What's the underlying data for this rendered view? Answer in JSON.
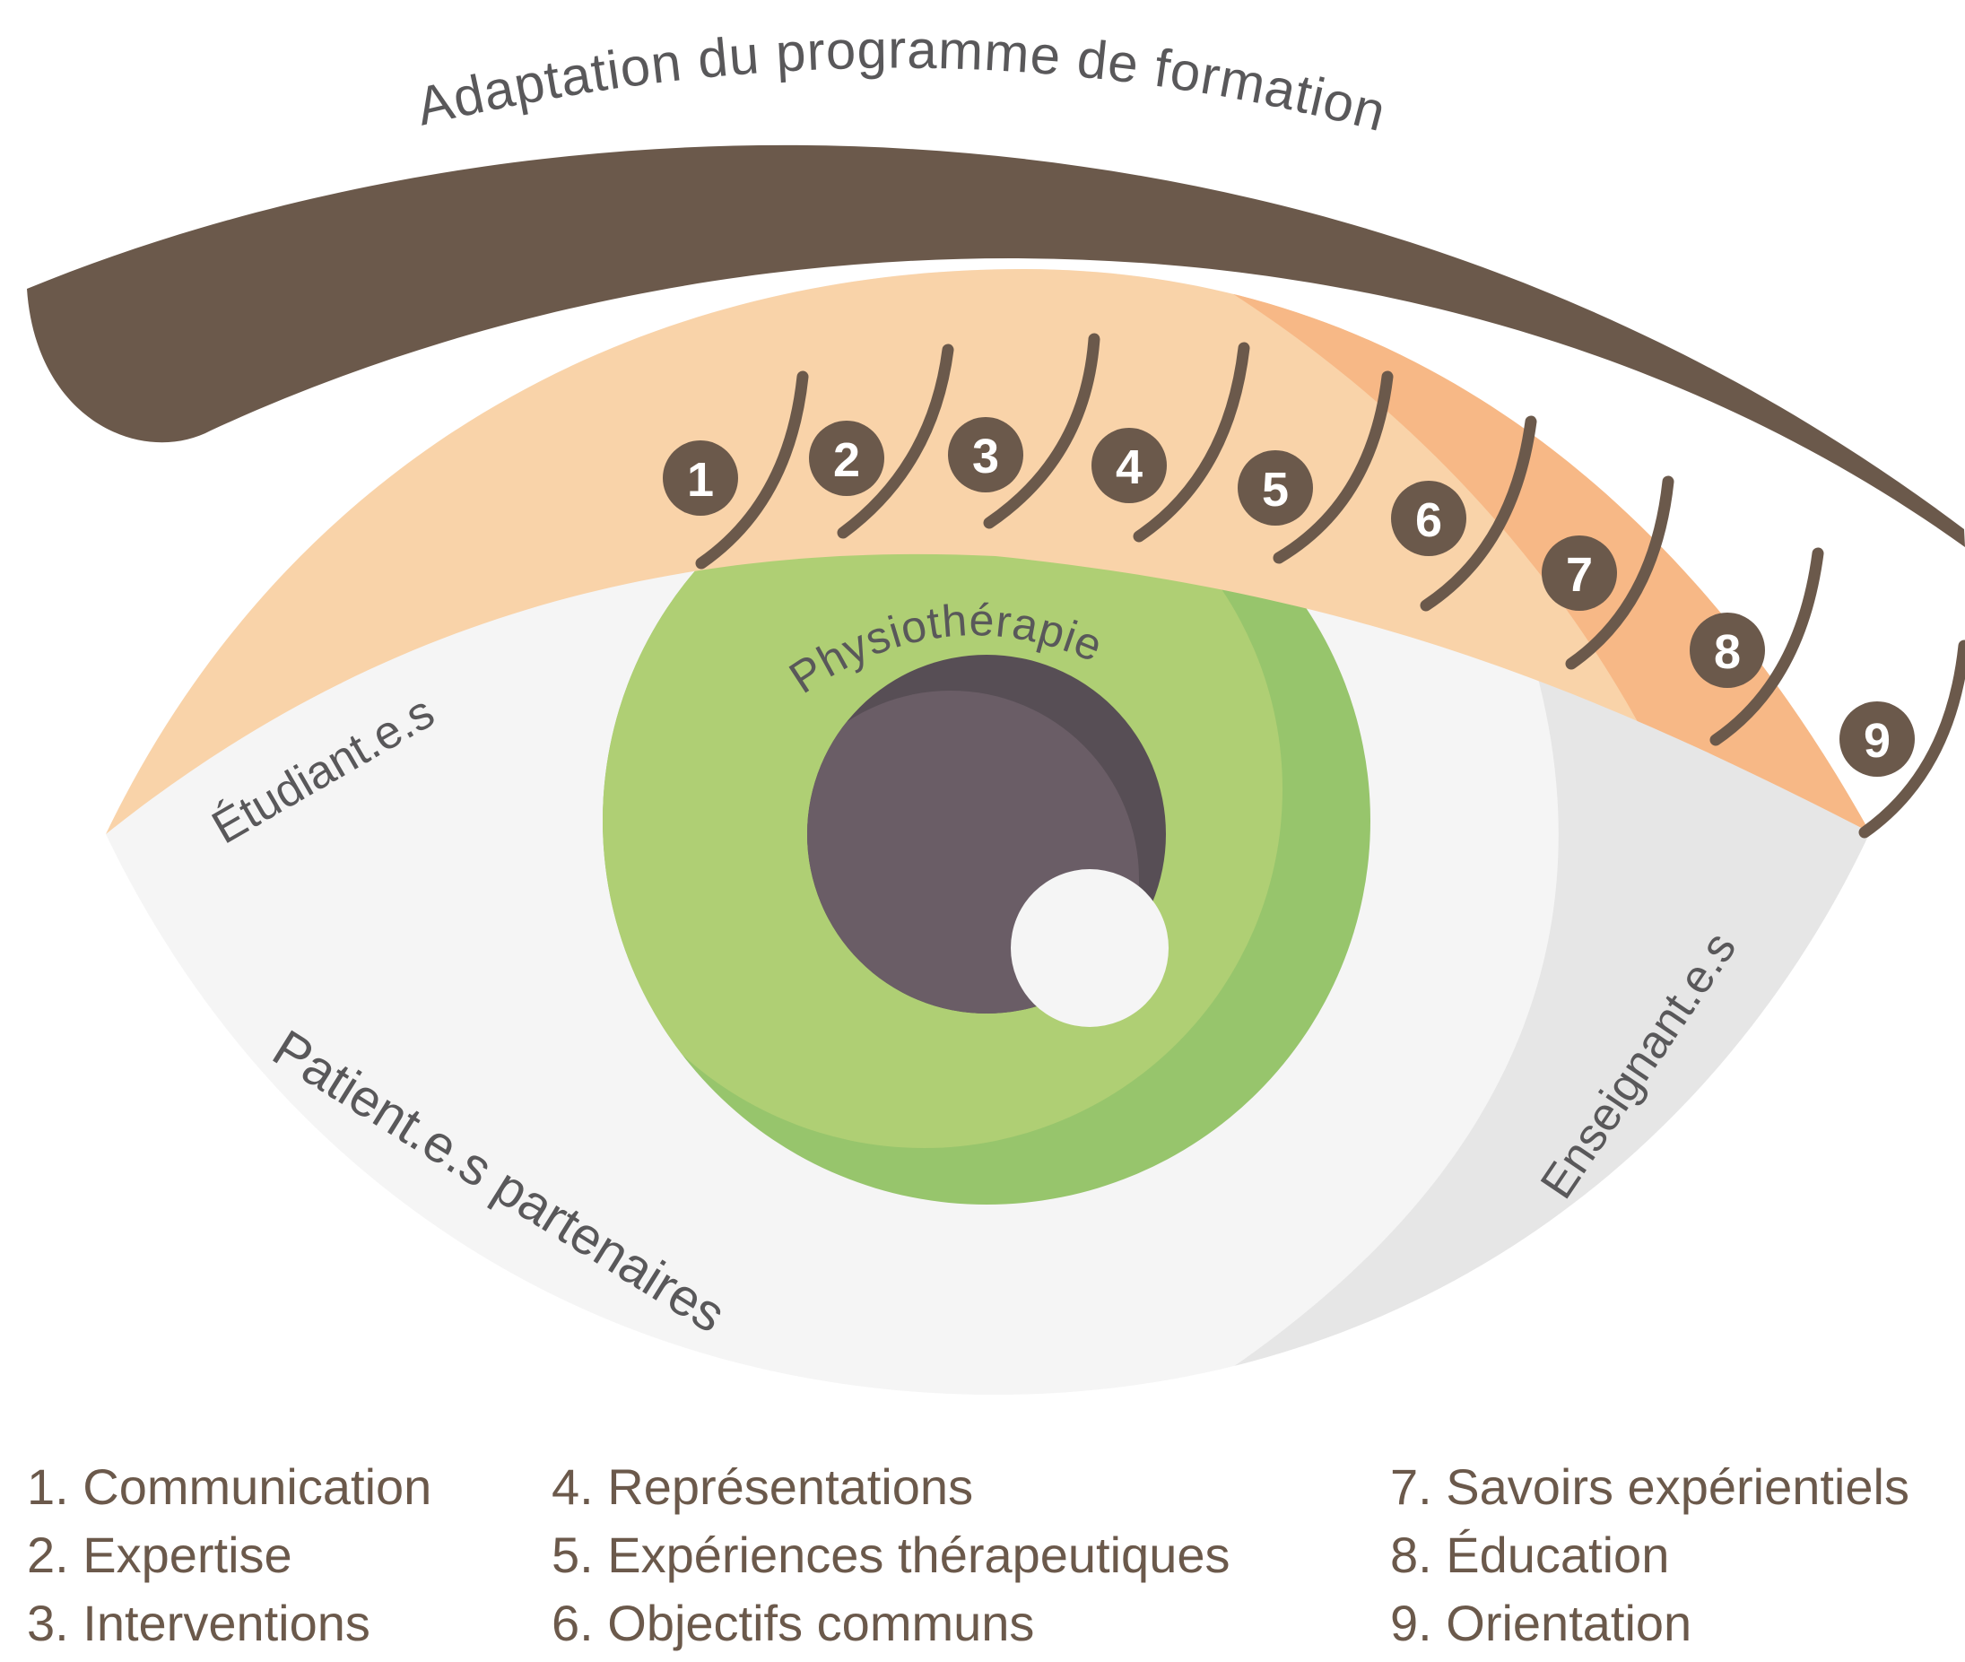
{
  "title": "Adaptation du programme de formation",
  "center_label": "Physiothérapie",
  "regions": {
    "students": "Étudiant.e.s",
    "patients": "Patient.e.s partenaires",
    "teachers": "Enseignant.e.s"
  },
  "lash_numbers": [
    "1",
    "2",
    "3",
    "4",
    "5",
    "6",
    "7",
    "8",
    "9"
  ],
  "legend": {
    "col1": [
      "1. Communication",
      "2. Expertise",
      "3. Interventions"
    ],
    "col2": [
      "4. Représentations",
      "5. Expériences thérapeutiques",
      "6. Objectifs communs"
    ],
    "col3": [
      "7. Savoirs expérientiels",
      "8. Éducation",
      "9. Orientation"
    ]
  },
  "colors": {
    "brown": "#6b594b",
    "lid_light": "#f9d3a9",
    "lid_dark": "#f7b886",
    "sclera_light": "#f5f5f5",
    "sclera_dark": "#e6e6e6",
    "iris_light": "#afcf74",
    "iris_dark": "#97c56c",
    "pupil_light": "#6a5d66",
    "pupil_dark": "#574e55",
    "text_gray": "#59585a",
    "legend_text": "#6b594b"
  }
}
